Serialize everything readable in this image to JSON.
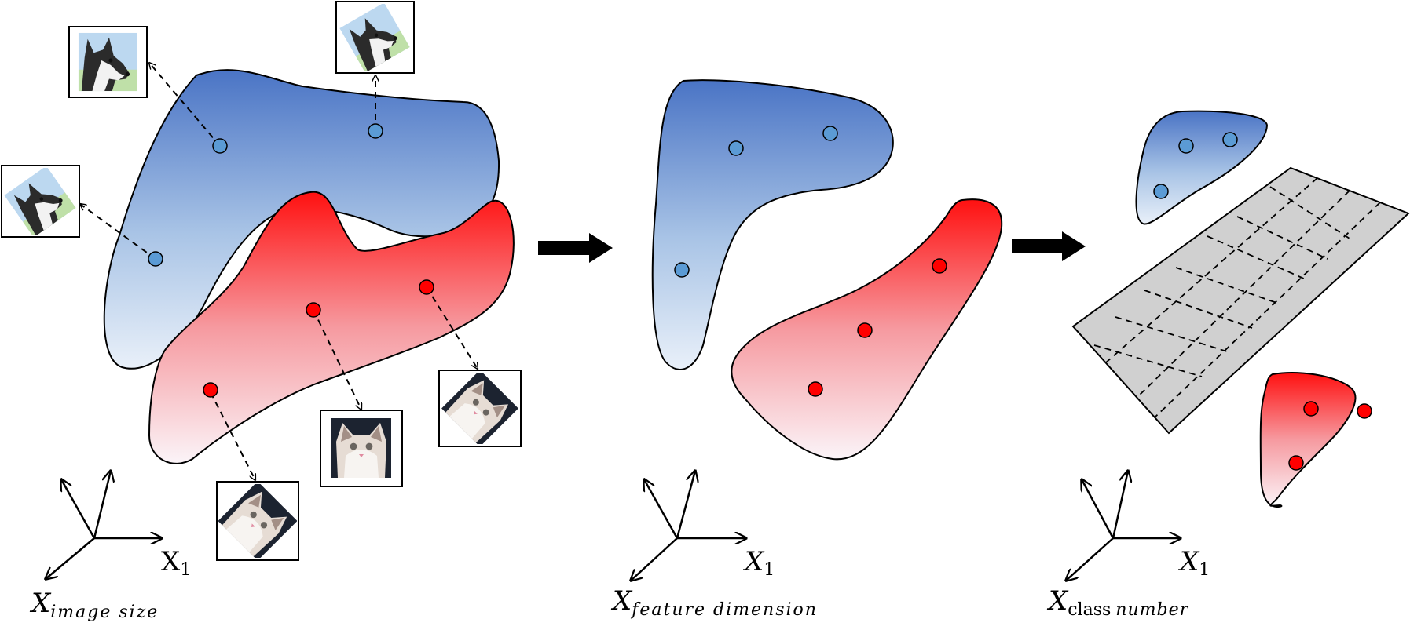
{
  "colors": {
    "dog_region_top": "#4a74c5",
    "dog_region_bottom": "#e9f0f9",
    "cat_region_top": "#ff1010",
    "cat_region_bottom": "#fbf4f8",
    "dog_point": "#5b9bd5",
    "cat_point": "#ff0000",
    "decision_plane": "#d0d0d0",
    "stroke": "#000000"
  },
  "panels": [
    {
      "name": "input-space",
      "axes": {
        "x1_letter": "X",
        "x1_subscript": "1",
        "x2_letter": "X",
        "x2_subscript": "image size"
      },
      "thumbnails": [
        "dog-photo",
        "dog-photo-rotated",
        "dog-photo-tilted",
        "cat-photo",
        "cat-photo-rotated",
        "cat-photo-tilted"
      ]
    },
    {
      "name": "feature-space",
      "axes": {
        "x1_letter": "X",
        "x1_subscript": "1",
        "x2_letter": "X",
        "x2_subscript": "feature dimension"
      }
    },
    {
      "name": "class-space",
      "axes": {
        "x1_letter": "X",
        "x1_subscript": "1",
        "x2_letter": "X",
        "x2_subscript_upright": "class",
        "x2_subscript_italic": "number"
      }
    }
  ],
  "arrows": [
    "transform-arrow",
    "transform-arrow"
  ],
  "icons": [
    "dog-image-icon",
    "cat-image-icon",
    "right-arrow-icon",
    "axes-icon"
  ]
}
